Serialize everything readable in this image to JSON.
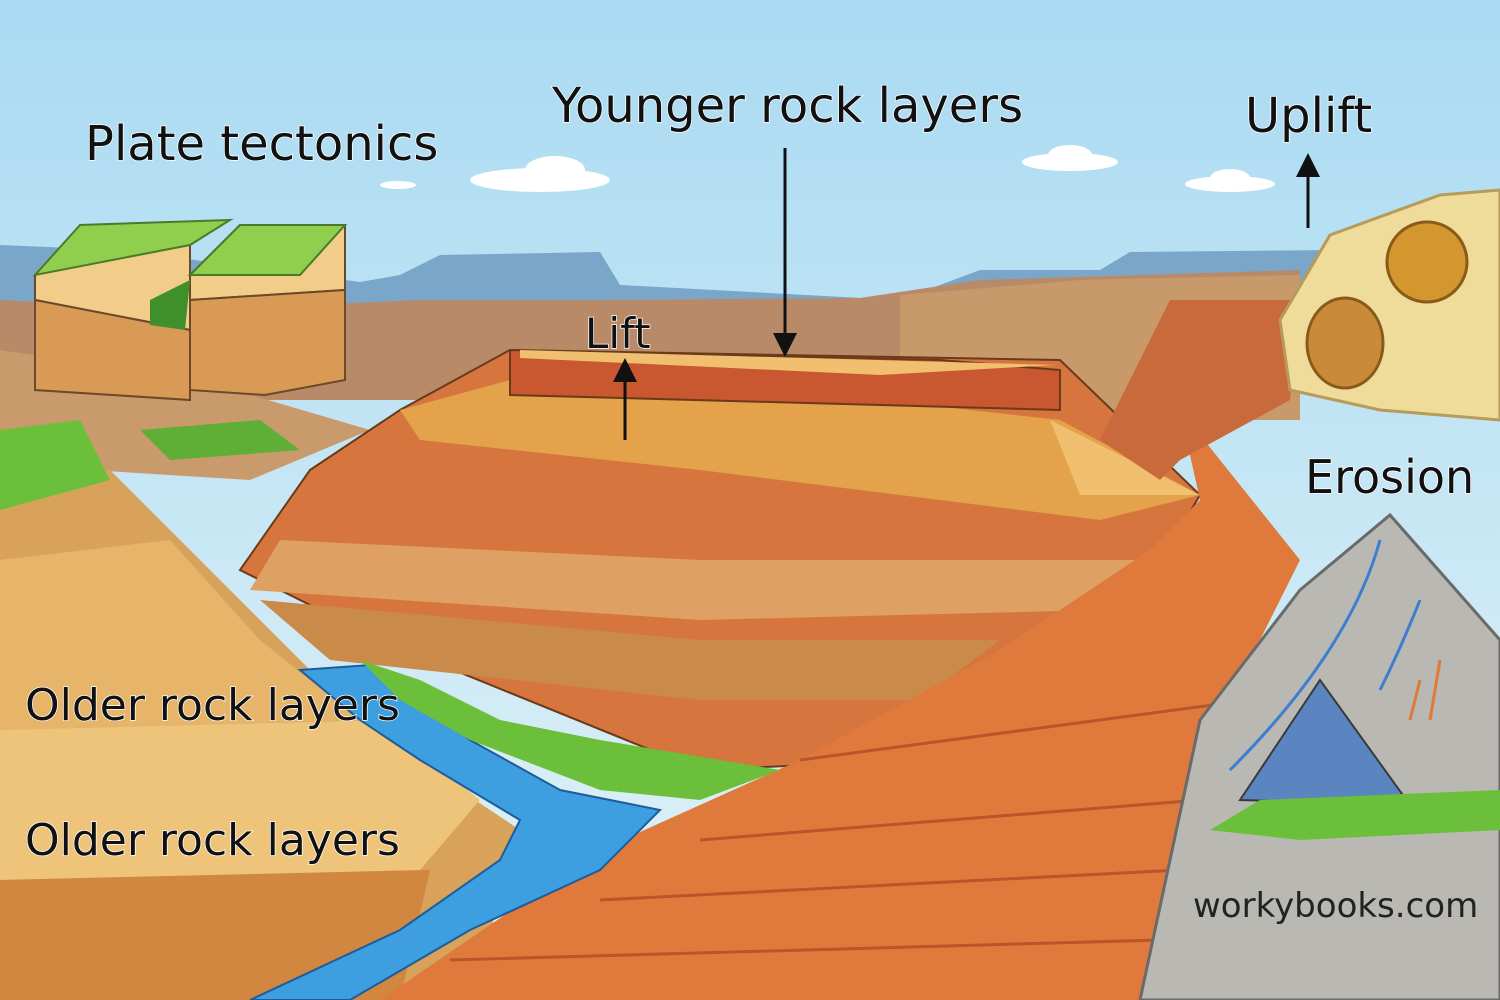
{
  "labels": {
    "plate_tectonics": "Plate tectonics",
    "younger_rock_layers": "Younger rock layers",
    "uplift": "Uplift",
    "lift": "Lift",
    "erosion": "Erosion",
    "older_rock_layers_1": "Older rock layers",
    "older_rock_layers_2": "Older rock layers"
  },
  "watermark": "workybooks.com",
  "colors": {
    "sky_top": "#a9daf2",
    "sky_bottom": "#dff2f8",
    "river": "#3d9ee0",
    "rock_orange": "#e07a3c",
    "rock_red": "#c9572f",
    "rock_tan": "#e9b866",
    "grass": "#6bbf3a",
    "mountain": "#b9b8b3"
  }
}
